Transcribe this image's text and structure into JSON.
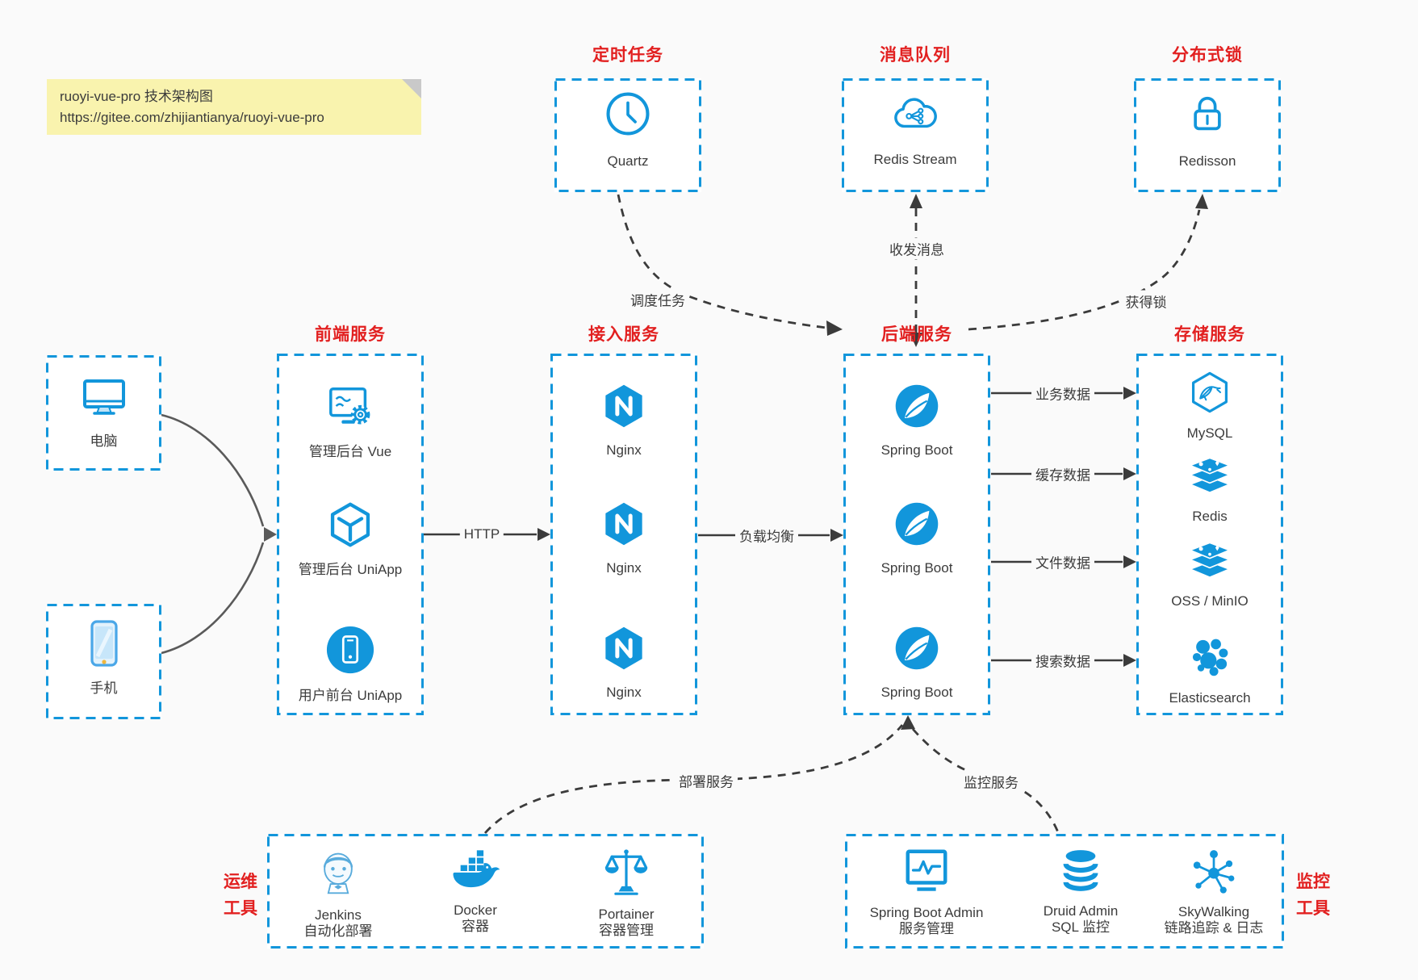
{
  "colors": {
    "accent_blue": "#1296db",
    "title_red": "#e22020",
    "line_dark": "#3b3b3b",
    "client_line_gray": "#5a5a5a",
    "note_bg": "#f9f3ae",
    "jenkins_light_blue": "#58abdc"
  },
  "note": {
    "line1": "ruoyi-vue-pro 技术架构图",
    "line2": "https://gitee.com/zhijiantianya/ruoyi-vue-pro"
  },
  "top_groups": [
    {
      "title": "定时任务",
      "item": {
        "label": "Quartz",
        "icon": "clock-icon"
      }
    },
    {
      "title": "消息队列",
      "item": {
        "label": "Redis Stream",
        "icon": "cloud-stream-icon"
      }
    },
    {
      "title": "分布式锁",
      "item": {
        "label": "Redisson",
        "icon": "lock-icon"
      }
    }
  ],
  "clients": {
    "desktop": {
      "label": "电脑",
      "icon": "desktop-icon"
    },
    "phone": {
      "label": "手机",
      "icon": "phone-icon"
    }
  },
  "service_columns": [
    {
      "title": "前端服务",
      "items": [
        {
          "label": "管理后台 Vue"
        },
        {
          "label": "管理后台 UniApp"
        },
        {
          "label": "用户前台 UniApp"
        }
      ]
    },
    {
      "title": "接入服务",
      "items": [
        {
          "label": "Nginx"
        },
        {
          "label": "Nginx"
        },
        {
          "label": "Nginx"
        }
      ]
    },
    {
      "title": "后端服务",
      "items": [
        {
          "label": "Spring Boot"
        },
        {
          "label": "Spring Boot"
        },
        {
          "label": "Spring Boot"
        }
      ]
    },
    {
      "title": "存储服务",
      "items": [
        {
          "label": "MySQL"
        },
        {
          "label": "Redis"
        },
        {
          "label": "OSS / MinIO"
        },
        {
          "label": "Elasticsearch"
        }
      ]
    }
  ],
  "edge_labels": {
    "http": "HTTP",
    "load_balancing": "负载均衡",
    "schedule_task": "调度任务",
    "send_receive_message": "收发消息",
    "acquire_lock": "获得锁",
    "business_data": "业务数据",
    "cache_data": "缓存数据",
    "file_data": "文件数据",
    "search_data": "搜索数据",
    "deploy_service": "部署服务",
    "monitor_service": "监控服务"
  },
  "bottom_groups": {
    "ops": {
      "title": [
        "运维",
        "工具"
      ],
      "items": [
        {
          "name": "Jenkins",
          "desc": "自动化部署"
        },
        {
          "name": "Docker",
          "desc": "容器"
        },
        {
          "name": "Portainer",
          "desc": "容器管理"
        }
      ]
    },
    "monitoring": {
      "title": [
        "监控",
        "工具"
      ],
      "items": [
        {
          "name": "Spring Boot Admin",
          "desc": "服务管理"
        },
        {
          "name": "Druid Admin",
          "desc": "SQL 监控"
        },
        {
          "name": "SkyWalking",
          "desc": "链路追踪 & 日志"
        }
      ]
    }
  }
}
